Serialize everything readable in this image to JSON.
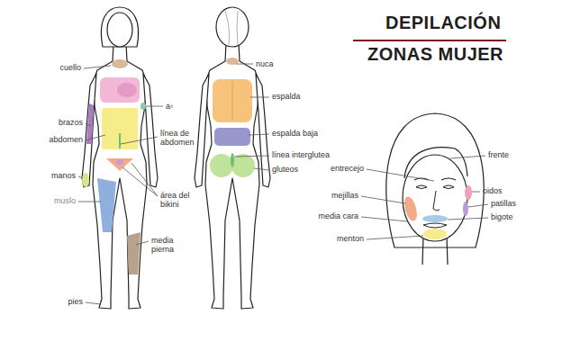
{
  "diagram": {
    "title": "DEPILACIÓN",
    "labels": [
      "cuello",
      "a›",
      "brazos",
      "abdomen",
      "línea de abdomen",
      "manos",
      "muslo",
      "área del bikini",
      "media pierna",
      "pies",
      "nuca",
      "espalda",
      "espalda baja",
      "línea interglutea",
      "gluteos",
      "ZONAS MUJER",
      "frente",
      "entrecejo",
      "oidos",
      "mejillas",
      "patillas",
      "media cara",
      "bigote",
      "menton"
    ]
  }
}
